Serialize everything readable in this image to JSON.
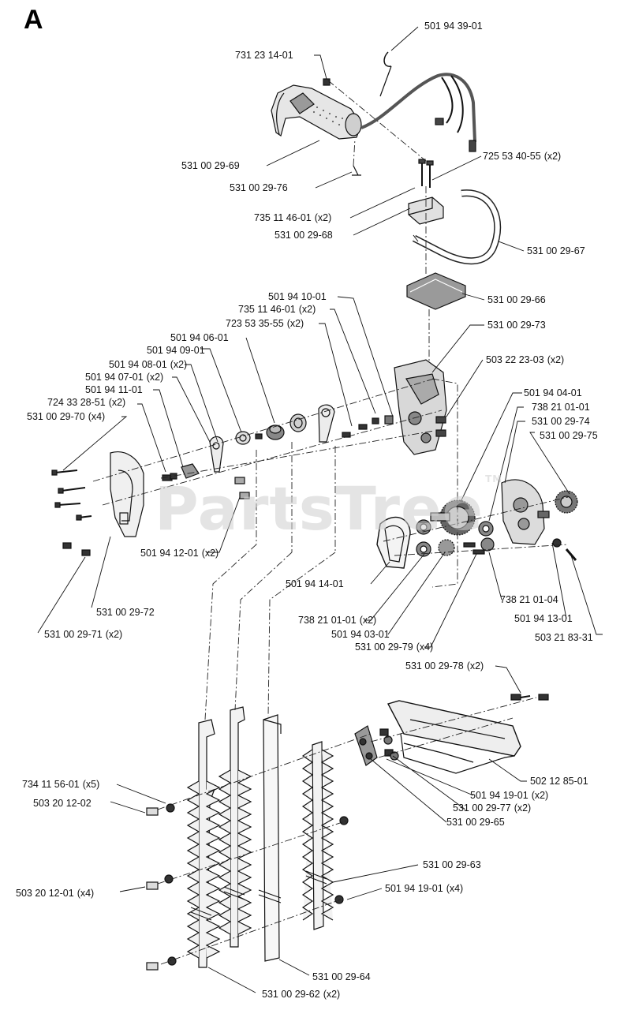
{
  "diagram_letter": "A",
  "watermark": "PartsTree",
  "watermark_tm": "TM",
  "labels": [
    {
      "id": "p01",
      "part": "501 94 39-01",
      "qty": ""
    },
    {
      "id": "p02",
      "part": "731 23 14-01",
      "qty": ""
    },
    {
      "id": "p03",
      "part": "725 53 40-55",
      "qty": "(x2)"
    },
    {
      "id": "p04",
      "part": "531 00 29-69",
      "qty": ""
    },
    {
      "id": "p05",
      "part": "531 00 29-76",
      "qty": ""
    },
    {
      "id": "p06",
      "part": "735 11 46-01",
      "qty": "(x2)"
    },
    {
      "id": "p07",
      "part": "531 00 29-68",
      "qty": ""
    },
    {
      "id": "p08",
      "part": "531 00 29-67",
      "qty": ""
    },
    {
      "id": "p09",
      "part": "531 00 29-66",
      "qty": ""
    },
    {
      "id": "p10",
      "part": "501 94 10-01",
      "qty": ""
    },
    {
      "id": "p11",
      "part": "735 11 46-01",
      "qty": "(x2)"
    },
    {
      "id": "p12",
      "part": "723 53 35-55",
      "qty": "(x2)"
    },
    {
      "id": "p13",
      "part": "531 00 29-73",
      "qty": ""
    },
    {
      "id": "p14",
      "part": "501 94 06-01",
      "qty": ""
    },
    {
      "id": "p15",
      "part": "501 94 09-01",
      "qty": ""
    },
    {
      "id": "p16",
      "part": "503 22 23-03",
      "qty": "(x2)"
    },
    {
      "id": "p17",
      "part": "501 94 08-01",
      "qty": "(x2)"
    },
    {
      "id": "p18",
      "part": "501 94 07-01",
      "qty": "(x2)"
    },
    {
      "id": "p19",
      "part": "501 94 04-01",
      "qty": ""
    },
    {
      "id": "p20",
      "part": "501 94 11-01",
      "qty": ""
    },
    {
      "id": "p21",
      "part": "738 21 01-01",
      "qty": ""
    },
    {
      "id": "p22",
      "part": "724 33 28-51",
      "qty": "(x2)"
    },
    {
      "id": "p23",
      "part": "531 00 29-74",
      "qty": ""
    },
    {
      "id": "p24",
      "part": "531 00 29-70",
      "qty": "(x4)"
    },
    {
      "id": "p25",
      "part": "531 00 29-75",
      "qty": ""
    },
    {
      "id": "p26",
      "part": "501 94 12-01",
      "qty": "(x2)"
    },
    {
      "id": "p27",
      "part": "501 94 14-01",
      "qty": ""
    },
    {
      "id": "p28",
      "part": "738 21 01-04",
      "qty": ""
    },
    {
      "id": "p29",
      "part": "531 00 29-72",
      "qty": ""
    },
    {
      "id": "p30",
      "part": "738 21 01-01",
      "qty": "(x2)"
    },
    {
      "id": "p31",
      "part": "501 94 13-01",
      "qty": ""
    },
    {
      "id": "p32",
      "part": "531 00 29-71",
      "qty": "(x2)"
    },
    {
      "id": "p33",
      "part": "501 94 03-01",
      "qty": ""
    },
    {
      "id": "p34",
      "part": "503 21 83-31",
      "qty": ""
    },
    {
      "id": "p35",
      "part": "531 00 29-79",
      "qty": "(x4)"
    },
    {
      "id": "p36",
      "part": "531 00 29-78",
      "qty": "(x2)"
    },
    {
      "id": "p37",
      "part": "734 11 56-01",
      "qty": "(x5)"
    },
    {
      "id": "p38",
      "part": "502 12 85-01",
      "qty": ""
    },
    {
      "id": "p39",
      "part": "501 94 19-01",
      "qty": "(x2)"
    },
    {
      "id": "p40",
      "part": "503 20 12-02",
      "qty": ""
    },
    {
      "id": "p41",
      "part": "531 00 29-77",
      "qty": "(x2)"
    },
    {
      "id": "p42",
      "part": "531 00 29-65",
      "qty": ""
    },
    {
      "id": "p43",
      "part": "531 00 29-63",
      "qty": ""
    },
    {
      "id": "p44",
      "part": "503 20 12-01",
      "qty": "(x4)"
    },
    {
      "id": "p45",
      "part": "501 94 19-01",
      "qty": "(x4)"
    },
    {
      "id": "p46",
      "part": "531 00 29-64",
      "qty": ""
    },
    {
      "id": "p47",
      "part": "531 00 29-62",
      "qty": "(x2)"
    }
  ]
}
